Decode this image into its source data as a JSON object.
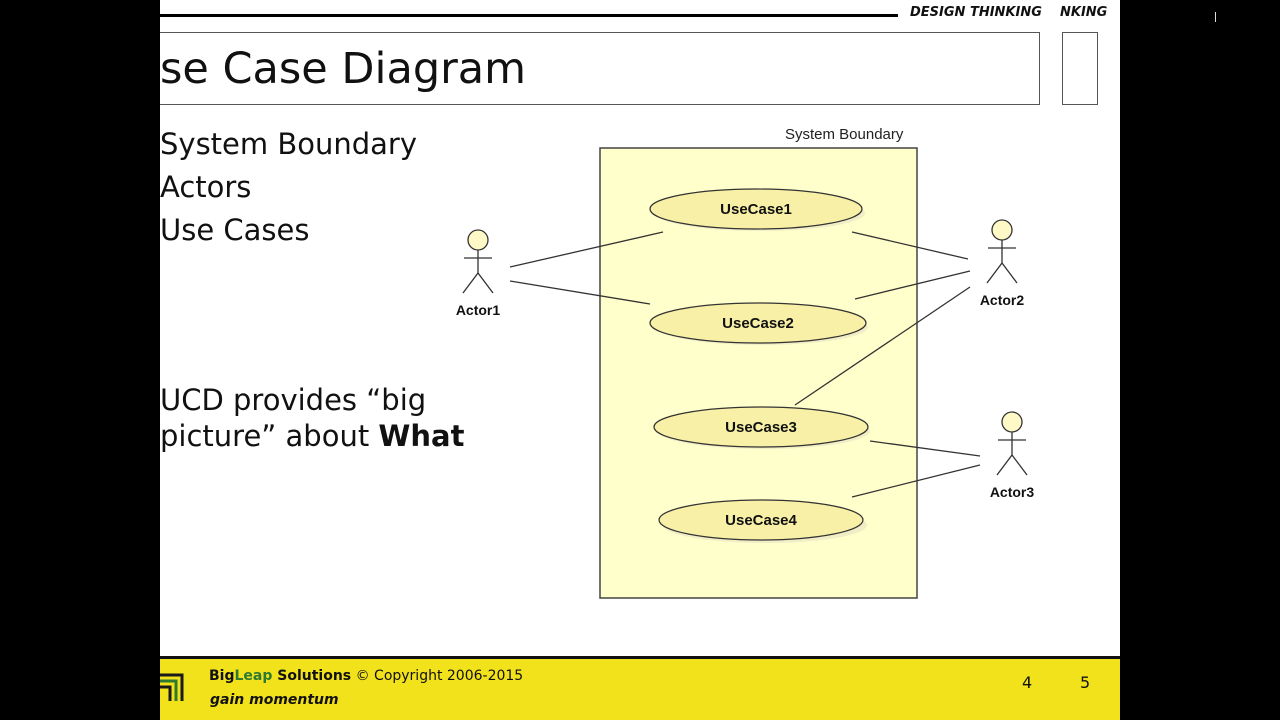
{
  "header": {
    "tag_left": "DESIGN THINKING",
    "tag_right": "NKING"
  },
  "title": "se Case Diagram",
  "bullets": [
    "System Boundary",
    "Actors",
    "Use Cases"
  ],
  "ucd_text": {
    "line1": "UCD provides “big",
    "line2_prefix": "picture” about ",
    "line2_bold": "What"
  },
  "diagram": {
    "boundary_label": "System Boundary",
    "use_cases": [
      "UseCase1",
      "UseCase2",
      "UseCase3",
      "UseCase4"
    ],
    "actors": [
      "Actor1",
      "Actor2",
      "Actor3"
    ],
    "colors": {
      "boundary_fill": "#ffffcc",
      "usecase_fill": "#f8f0a6",
      "actor_head": "#fff9c8",
      "line": "#333333"
    }
  },
  "footer": {
    "brand_big": "Big",
    "brand_leap": "Leap",
    "brand_solutions": " Solutions",
    "copyright": " © Copyright 2006-2015",
    "tagline": "gain momentum",
    "page_a": "4",
    "page_b": "5",
    "background": "#f2e21b"
  }
}
